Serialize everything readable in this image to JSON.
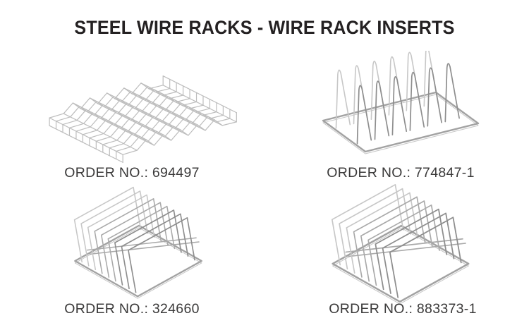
{
  "page": {
    "title": "STEEL WIRE RACKS - WIRE RACK INSERTS"
  },
  "theme": {
    "background": "#ffffff",
    "title_color": "#242122",
    "caption_color": "#3b3a3a",
    "wire_light": "#c7c7c7",
    "wire_mid": "#a9a9a9",
    "wire_dark": "#8e8e8e"
  },
  "products": [
    {
      "order_no": "694497",
      "caption": "ORDER NO.: 694497",
      "illustration": "wavy-wire-grid-insert"
    },
    {
      "order_no": "774847-1",
      "caption": "ORDER NO.: 774847-1",
      "illustration": "triangle-divider-wire-rack"
    },
    {
      "order_no": "324660",
      "caption": "ORDER NO.: 324660",
      "illustration": "angled-divider-wire-rack"
    },
    {
      "order_no": "883373-1",
      "caption": "ORDER NO.: 883373-1",
      "illustration": "angled-divider-wire-rack"
    }
  ]
}
